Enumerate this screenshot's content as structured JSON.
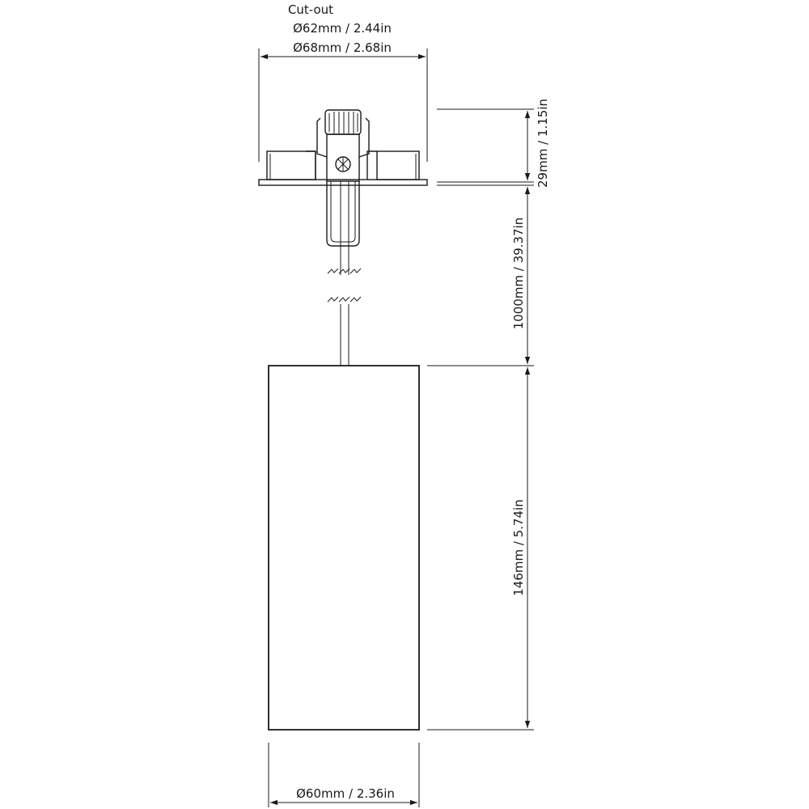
{
  "labels": {
    "cutout_title": "Cut-out",
    "cutout_dim": "Ø62mm / 2.44in",
    "flange_dim": "Ø68mm / 2.68in",
    "trim_height_dim": "29mm / 1.15in",
    "cable_length_dim": "1000mm / 39.37in",
    "body_height_dim": "146mm / 5.74in",
    "body_diameter_dim": "Ø60mm / 2.36in"
  }
}
